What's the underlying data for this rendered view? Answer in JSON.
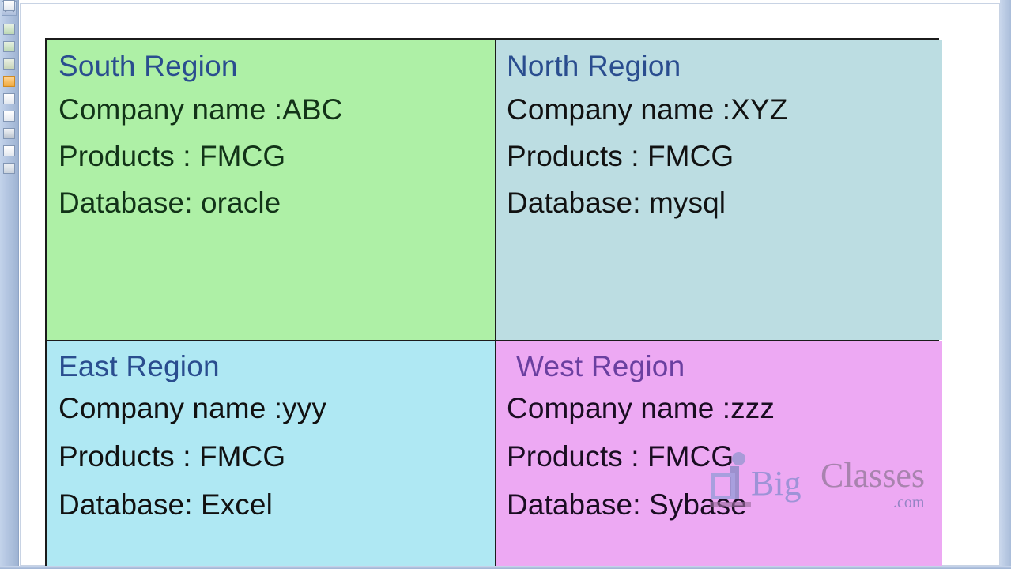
{
  "app": {
    "left_toolbar": {
      "name": "drawing-toolbar",
      "buttons": [
        {
          "name": "toolbar-button-1",
          "style": "green"
        },
        {
          "name": "toolbar-button-2",
          "style": "green"
        },
        {
          "name": "toolbar-button-3",
          "style": "olive"
        },
        {
          "name": "toolbar-button-4",
          "style": "orange"
        },
        {
          "name": "toolbar-button-5",
          "style": "white"
        },
        {
          "name": "toolbar-button-6",
          "style": "white"
        },
        {
          "name": "toolbar-button-7",
          "style": "dark"
        },
        {
          "name": "toolbar-button-8",
          "style": "white"
        },
        {
          "name": "toolbar-button-9",
          "style": "gray"
        }
      ]
    }
  },
  "slide": {
    "table": {
      "columns": 2,
      "rows": 2,
      "border_color": "#1b1b1b",
      "cells": [
        {
          "id": "south",
          "title": "South Region",
          "title_color": "#2a4d8f",
          "background": "#aef0a6",
          "lines": [
            "Company name :ABC",
            "Products : FMCG",
            "Database:  oracle"
          ],
          "fields": {
            "company_name": "ABC",
            "products": "FMCG",
            "database": "oracle"
          }
        },
        {
          "id": "north",
          "title": "North Region",
          "title_color": "#2a4d8f",
          "background": "#bcdde2",
          "lines": [
            "Company name :XYZ",
            "Products : FMCG",
            "Database:  mysql"
          ],
          "fields": {
            "company_name": "XYZ",
            "products": "FMCG",
            "database": "mysql"
          }
        },
        {
          "id": "east",
          "title": "East Region",
          "title_color": "#2a4d8f",
          "background": "#afe8f3",
          "lines": [
            "Company name :yyy",
            "Products : FMCG",
            "Database:  Excel"
          ],
          "fields": {
            "company_name": "yyy",
            "products": "FMCG",
            "database": "Excel"
          }
        },
        {
          "id": "west",
          "title": "West Region",
          "title_color": "#6a3fa0",
          "background": "#eda9f3",
          "lines": [
            "Company name :zzz",
            "Products : FMCG",
            "Database:  Sybase"
          ],
          "fields": {
            "company_name": "zzz",
            "products": "FMCG",
            "database": "Sybase"
          }
        }
      ]
    },
    "watermark": {
      "word_1": "Big",
      "word_2": "Classes",
      "suffix": ".com",
      "figure_icon": "person-podium-icon"
    }
  }
}
